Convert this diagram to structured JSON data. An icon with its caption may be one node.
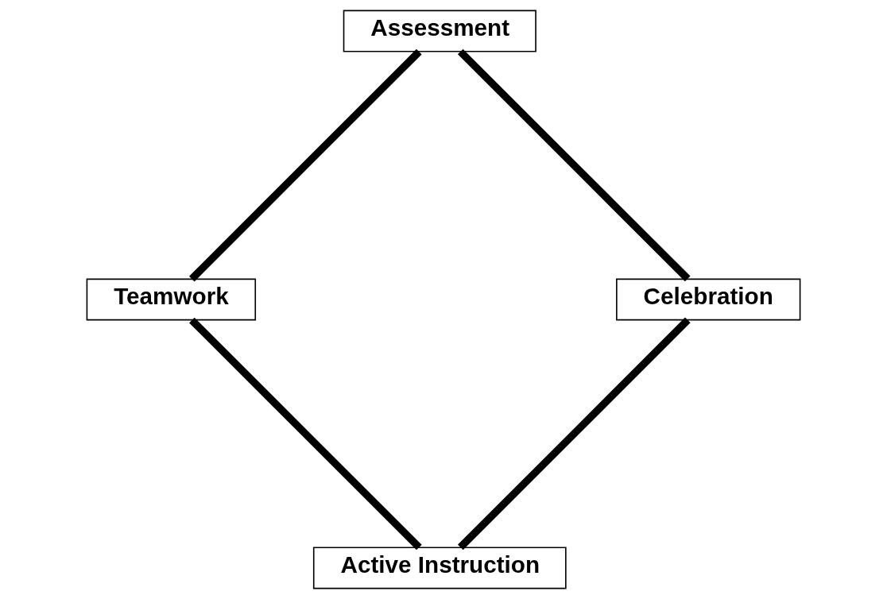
{
  "diagram": {
    "nodes": [
      {
        "text": [
          "Active Instruction"
        ]
      },
      {
        "text": [
          "Teamwork"
        ]
      },
      {
        "text": [
          "Assessment"
        ]
      },
      {
        "text": [
          "Celebration"
        ]
      }
    ],
    "edges": [
      {
        "from": 0,
        "to": 1,
        "arrow": "none"
      },
      {
        "from": 1,
        "to": 2,
        "arrow": "none"
      },
      {
        "from": 2,
        "to": 3,
        "arrow": "none"
      },
      {
        "from": 3,
        "to": 0,
        "arrow": "none"
      }
    ]
  }
}
